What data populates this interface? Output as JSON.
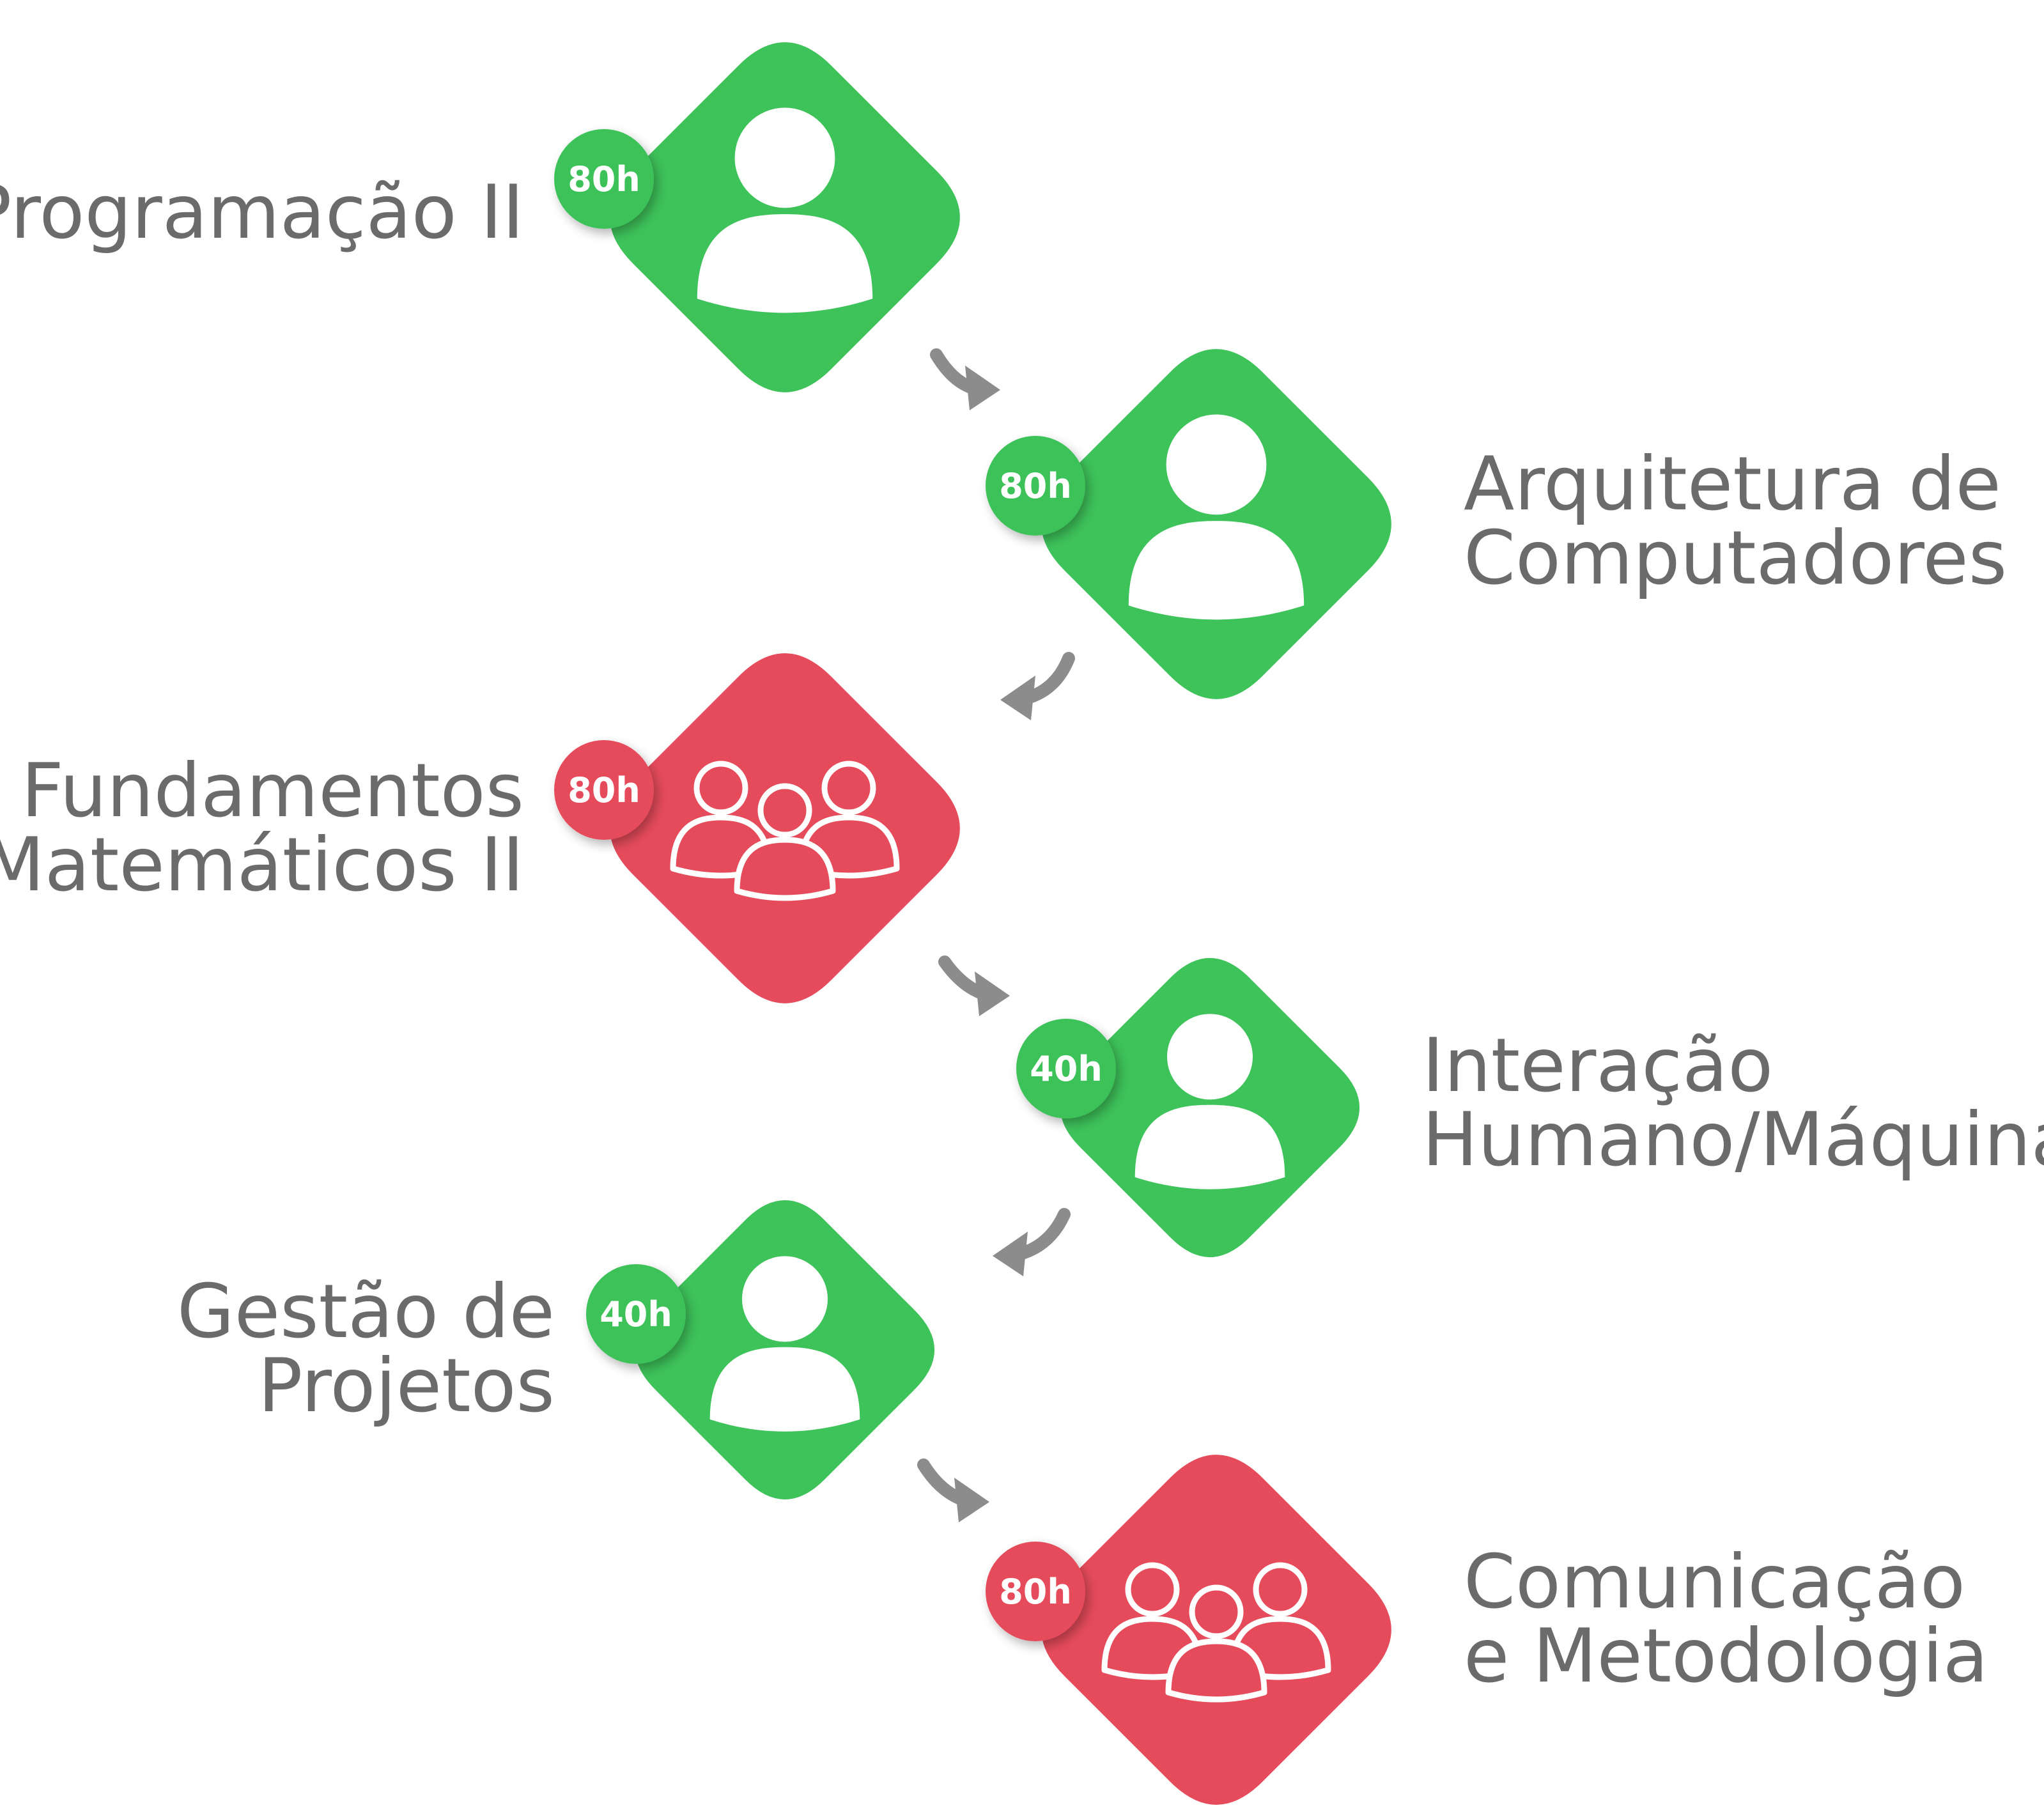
{
  "colors": {
    "green": "#3ec25a",
    "red": "#e64b5b",
    "arrow": "#8c8c8c",
    "text": "#6b6b6b",
    "icon": "#ffffff"
  },
  "courses": [
    {
      "name_lines": [
        "Programação II"
      ],
      "hours": "80h",
      "kind": "individual",
      "color": "green",
      "icon": "person-icon"
    },
    {
      "name_lines": [
        "Arquitetura de",
        "Computadores"
      ],
      "hours": "80h",
      "kind": "individual",
      "color": "green",
      "icon": "person-icon"
    },
    {
      "name_lines": [
        "Fundamentos",
        "Matemáticos II"
      ],
      "hours": "80h",
      "kind": "group",
      "color": "red",
      "icon": "group-icon"
    },
    {
      "name_lines": [
        "Interação",
        "Humano/Máquina"
      ],
      "hours": "40h",
      "kind": "individual",
      "color": "green",
      "icon": "person-icon"
    },
    {
      "name_lines": [
        "Gestão de",
        "Projetos"
      ],
      "hours": "40h",
      "kind": "individual",
      "color": "green",
      "icon": "person-icon"
    },
    {
      "name_lines": [
        "Comunicação",
        "e Metodologia"
      ],
      "hours": "80h",
      "kind": "group",
      "color": "red",
      "icon": "group-icon"
    }
  ]
}
